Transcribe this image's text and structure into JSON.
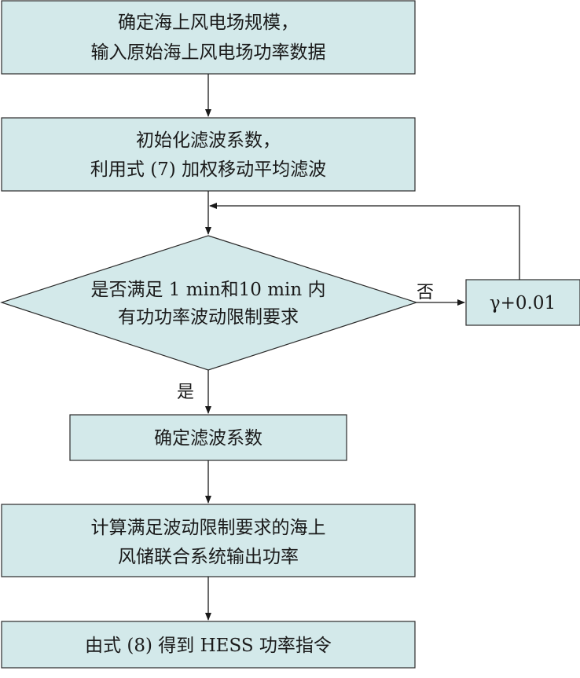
{
  "flowchart": {
    "step1": {
      "line1": "确定海上风电场规模，",
      "line2": "输入原始海上风电场功率数据"
    },
    "step2": {
      "line1": "初始化滤波系数，",
      "line2": "利用式 (7) 加权移动平均滤波"
    },
    "decision": {
      "line1": "是否满足 1 min和10 min 内",
      "line2": "有功功率波动限制要求"
    },
    "no_label": "否",
    "yes_label": "是",
    "update_box": "γ+0.01",
    "step3": {
      "line1": "确定滤波系数"
    },
    "step4": {
      "line1": "计算满足波动限制要求的海上",
      "line2": "风储联合系统输出功率"
    },
    "step5": {
      "line1": "由式 (8) 得到 HESS 功率指令"
    }
  },
  "colors": {
    "box_fill": "#d3e9ea",
    "stroke": "#2b2b2b",
    "text": "#1a1a1a"
  }
}
